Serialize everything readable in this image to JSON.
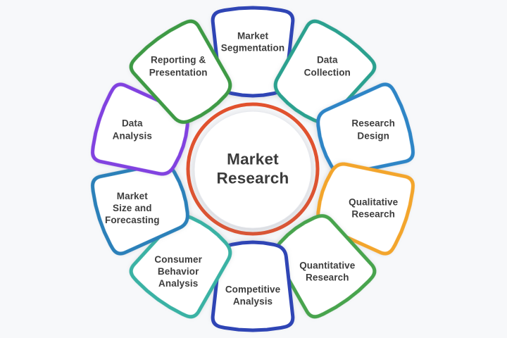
{
  "diagram": {
    "background": "#f7f8fa",
    "center": {
      "label": "Market\nResearch",
      "ring_color": "#e2522e",
      "fill": "#ffffff"
    },
    "segments": [
      {
        "label": "Market\nSegmentation",
        "color": "#2f45b5",
        "angle": 0
      },
      {
        "label": "Data\nCollection",
        "color": "#2ba18f",
        "angle": 36
      },
      {
        "label": "Research\nDesign",
        "color": "#2e85c6",
        "angle": 72
      },
      {
        "label": "Qualitative\nResearch",
        "color": "#f3a52c",
        "angle": 108
      },
      {
        "label": "Quantitative\nResearch",
        "color": "#48a44d",
        "angle": 144
      },
      {
        "label": "Competitive\nAnalysis",
        "color": "#2f45b5",
        "angle": 180
      },
      {
        "label": "Consumer\nBehavior\nAnalysis",
        "color": "#3ab2a4",
        "angle": 216
      },
      {
        "label": "Market\nSize and\nForecasting",
        "color": "#2b80b9",
        "angle": 252
      },
      {
        "label": "Data\nAnalysis",
        "color": "#8142e0",
        "angle": 288
      },
      {
        "label": "Reporting &\nPresentation",
        "color": "#3e9a45",
        "angle": 324
      }
    ]
  }
}
